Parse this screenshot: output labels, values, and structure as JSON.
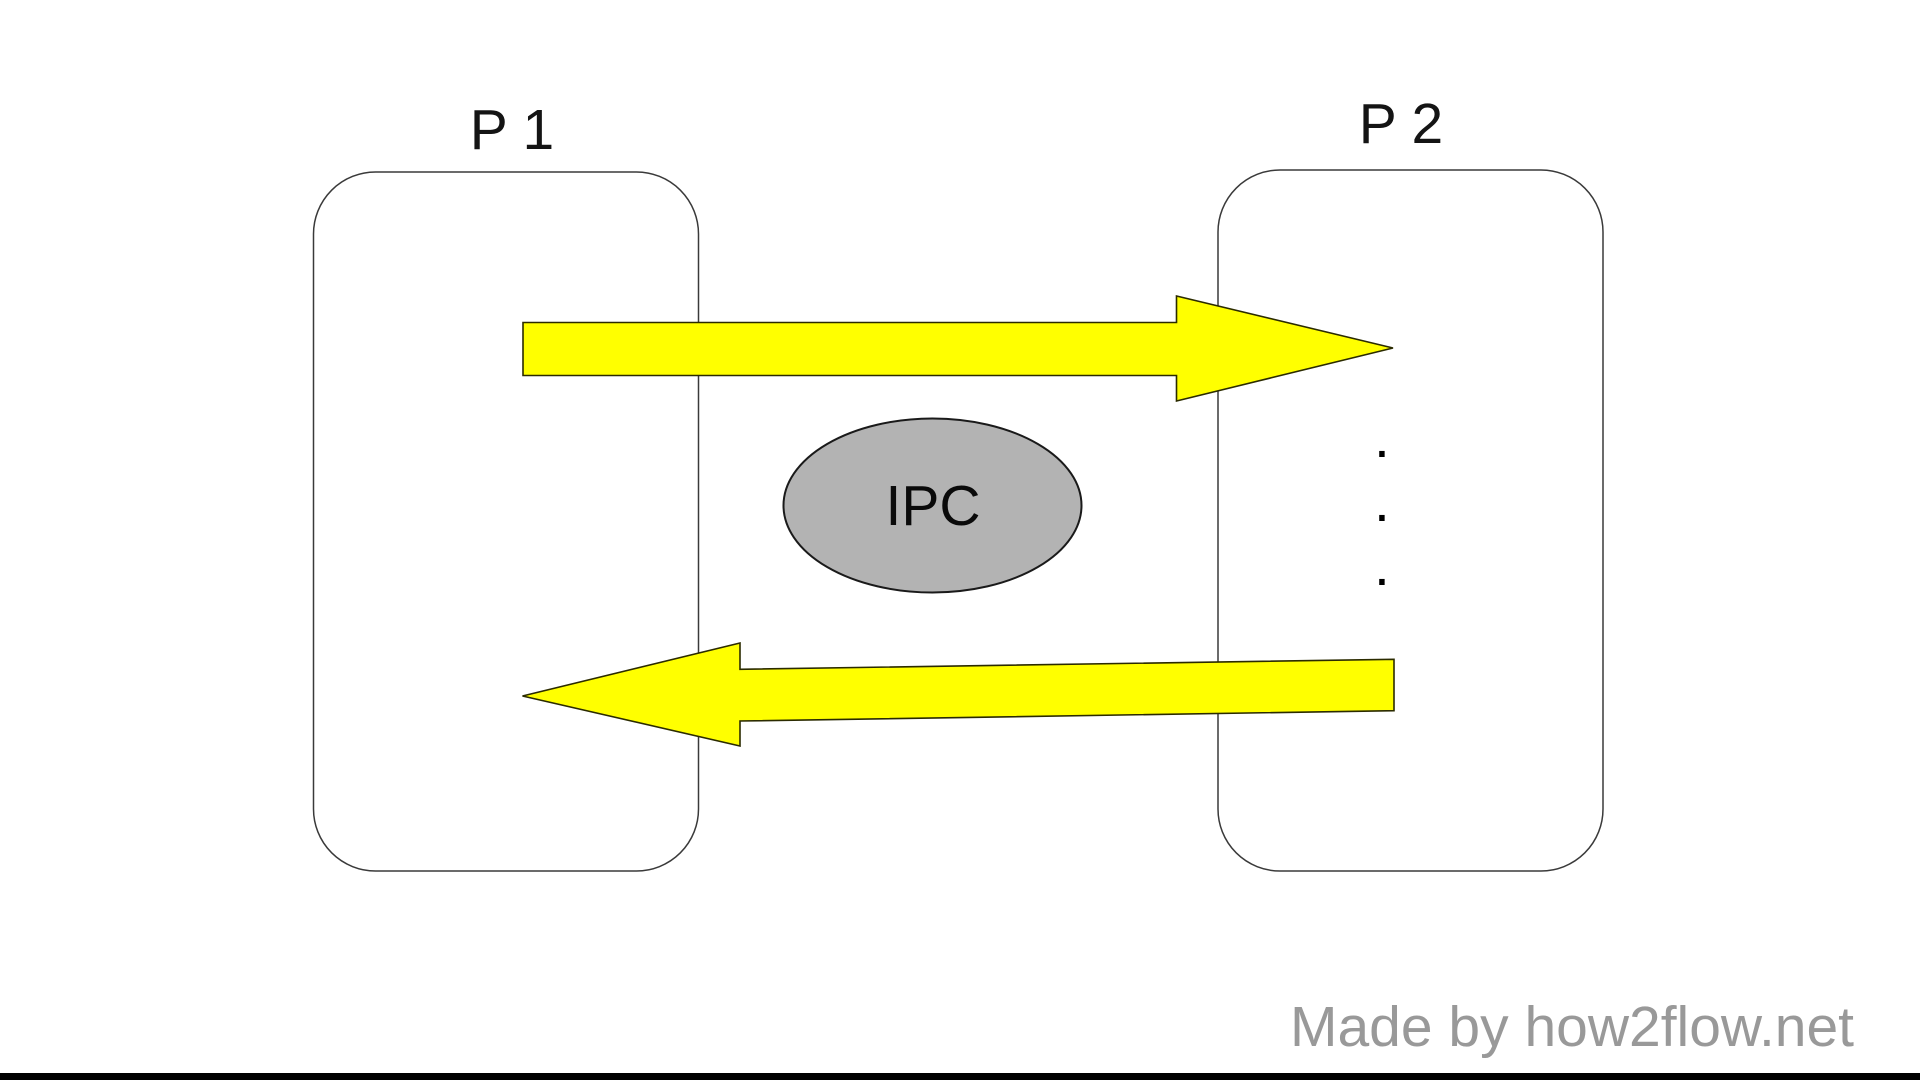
{
  "diagram": {
    "title_implied": "IPC between two processes",
    "process_1": {
      "label": "P 1"
    },
    "process_2": {
      "label": "P 2"
    },
    "ipc": {
      "label": "IPC"
    },
    "continuation_dots": [
      ".",
      ".",
      "."
    ],
    "colors": {
      "arrow_fill": "#ffff00",
      "arrow_stroke": "#2b2b00",
      "ipc_fill": "#b3b3b3",
      "shape_stroke": "#3a3a3a",
      "watermark_text": "#999999",
      "bottom_bar": "#000000",
      "background": "#ffffff"
    }
  },
  "footer": {
    "credit": "Made by how2flow.net"
  }
}
